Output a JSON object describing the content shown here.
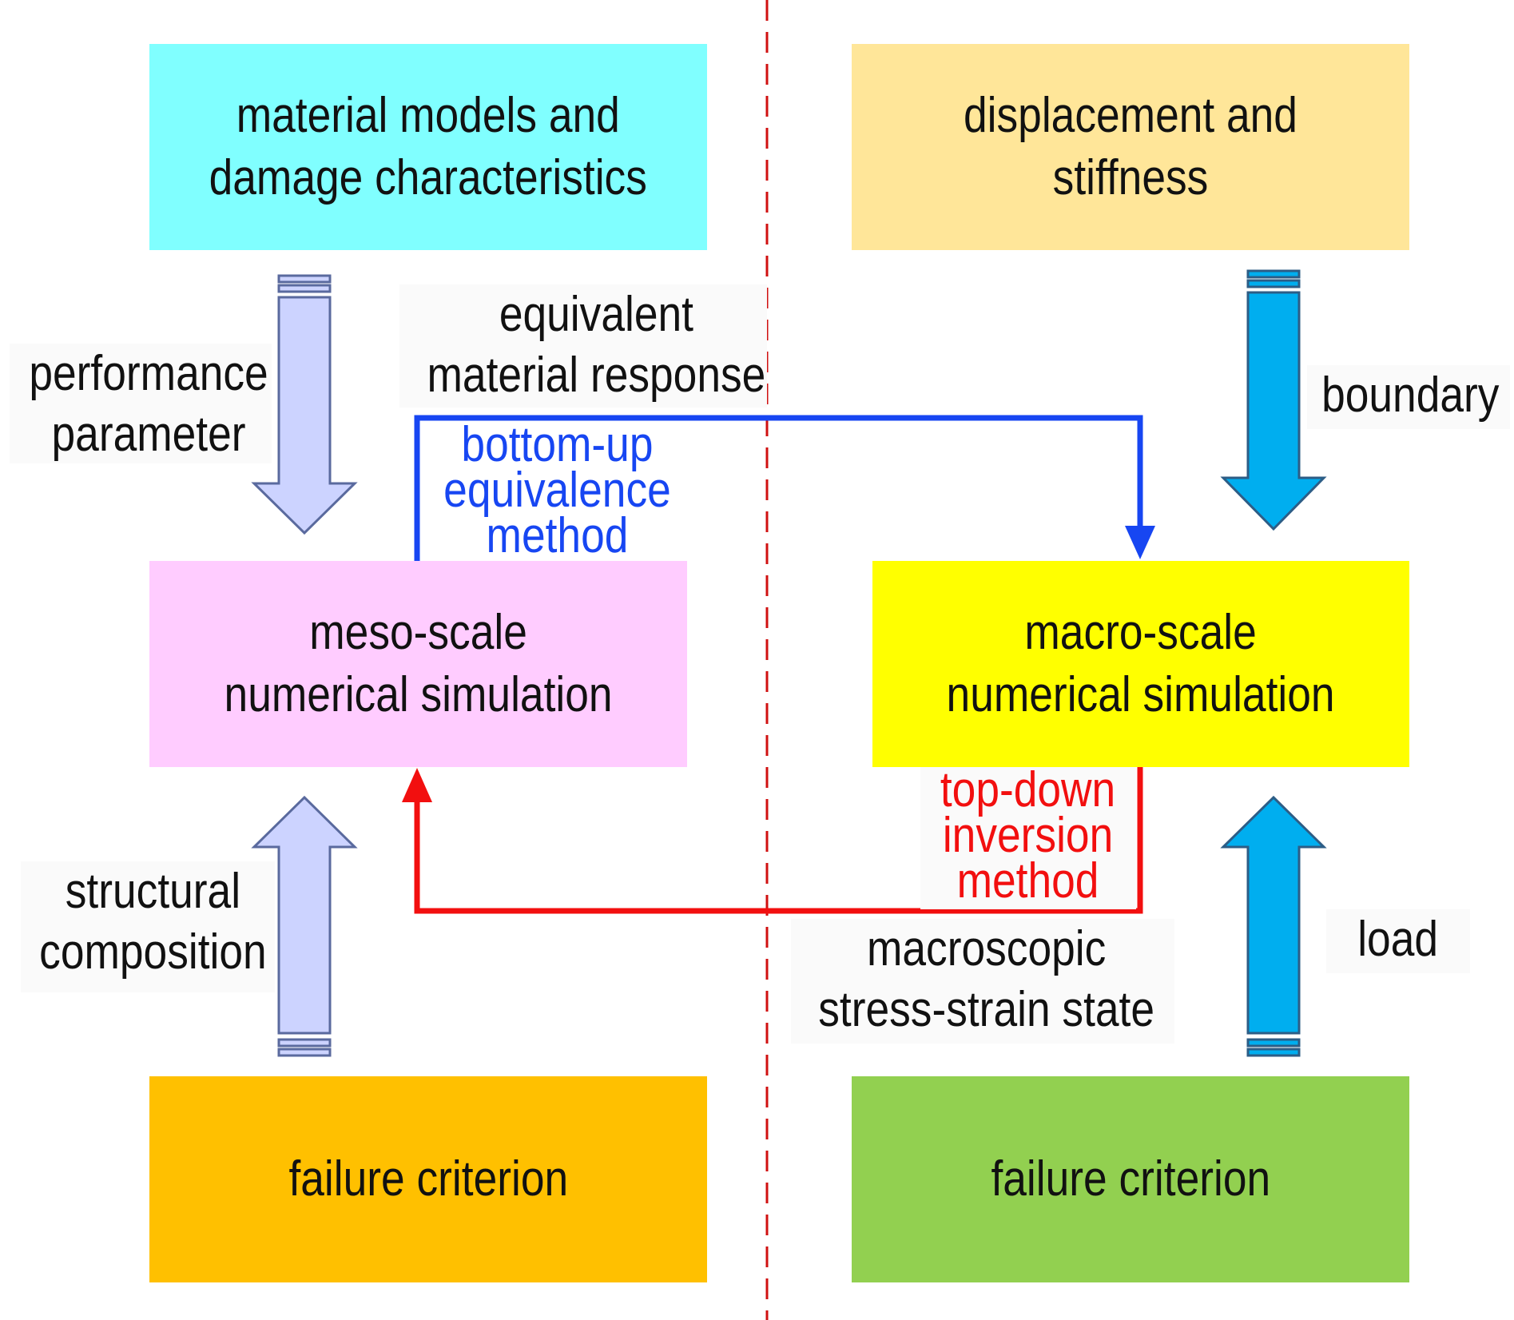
{
  "colors": {
    "material_models": "#80FFFF",
    "displacement": "#FFE699",
    "meso": "#FFCCFF",
    "macro": "#FFFF00",
    "failure_left": "#FFC000",
    "failure_right": "#92D050",
    "bottom_up": "#1746F2",
    "top_down": "#F20F0F",
    "divider": "#D01010",
    "lavender_arrow": "#CCD3FF",
    "blue_arrow": "#00AEEF"
  },
  "boxes": {
    "material_models": [
      "material models and",
      "damage characteristics"
    ],
    "displacement": [
      "displacement and",
      "stiffness"
    ],
    "meso": [
      "meso-scale",
      "numerical simulation"
    ],
    "macro": [
      "macro-scale",
      "numerical simulation"
    ],
    "failure_left": [
      "failure criterion"
    ],
    "failure_right": [
      "failure criterion"
    ]
  },
  "labels": {
    "performance": [
      "performance",
      "parameter"
    ],
    "equivalent": [
      "equivalent",
      "material response"
    ],
    "bottom_up": [
      "bottom-up",
      "equivalence",
      "method"
    ],
    "boundary": [
      "boundary"
    ],
    "structural": [
      "structural",
      "composition"
    ],
    "top_down": [
      "top-down",
      "inversion",
      "method"
    ],
    "macroscopic": [
      "macroscopic",
      "stress-strain state"
    ],
    "load": [
      "load"
    ]
  },
  "icons": {
    "left_down_arrow": "block-arrow-down",
    "left_up_arrow": "block-arrow-up",
    "right_down_arrow": "block-arrow-down",
    "right_up_arrow": "block-arrow-up"
  }
}
